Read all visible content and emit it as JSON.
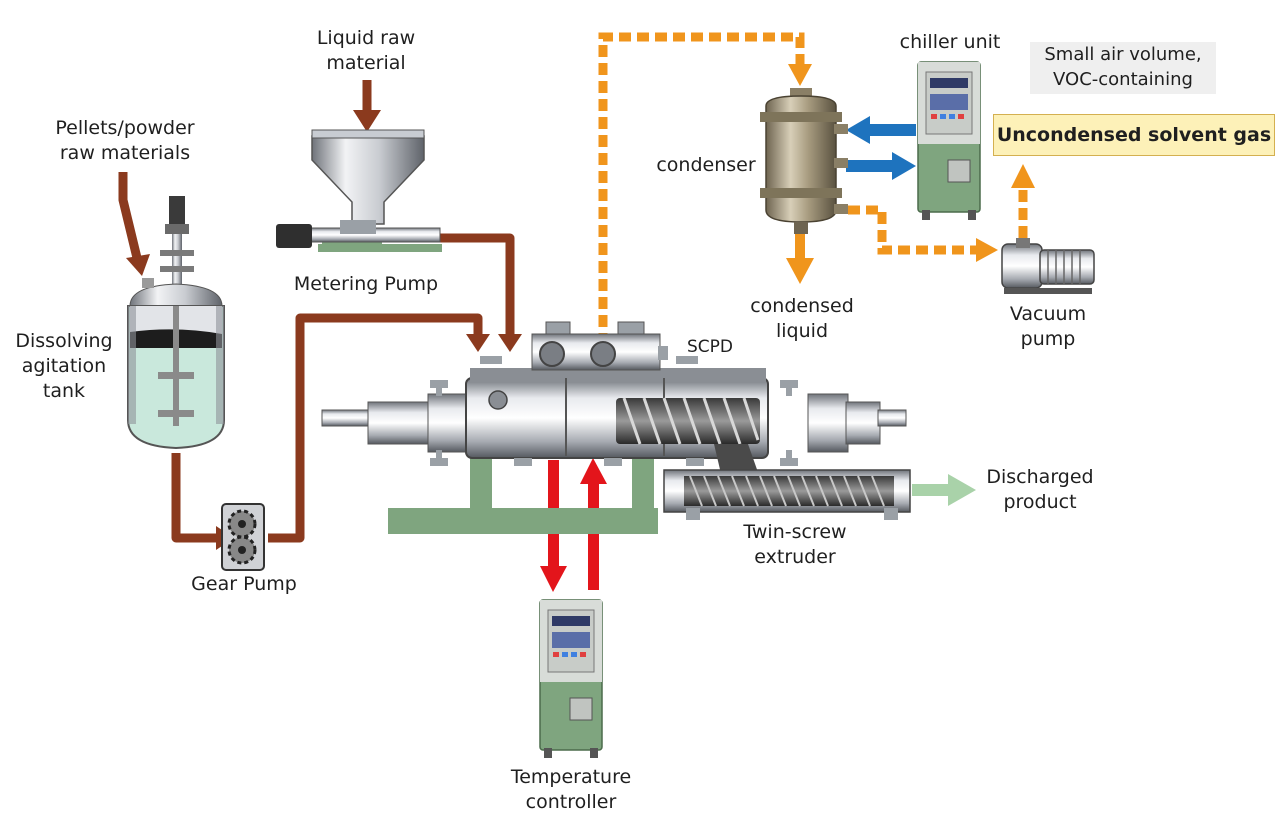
{
  "labels": {
    "pellets_powder": [
      "Pellets/powder",
      "raw materials"
    ],
    "liquid_raw": [
      "Liquid raw",
      "material"
    ],
    "metering_pump": "Metering Pump",
    "dissolving_tank": [
      "Dissolving",
      "agitation",
      "tank"
    ],
    "gear_pump": "Gear Pump",
    "scpd": "SCPD",
    "condenser": "condenser",
    "chiller_unit": "chiller unit",
    "condensed_liquid": [
      "condensed",
      "liquid"
    ],
    "vacuum_pump": [
      "Vacuum",
      "pump"
    ],
    "small_air_note": [
      "Small air volume,",
      "VOC-containing"
    ],
    "uncondensed_gas": "Uncondensed solvent gas",
    "discharged_product": [
      "Discharged",
      "product"
    ],
    "twin_screw_extruder": [
      "Twin-screw",
      "extruder"
    ],
    "temperature_controller": [
      "Temperature",
      "controller"
    ]
  },
  "colors": {
    "raw_material_line": "#8b3a1e",
    "solvent_vapor_line": "#f0951c",
    "coolant_line": "#1e73be",
    "heat_medium_line": "#e3151b",
    "product_line": "#a9d2a9",
    "equipment_frame": "#7fa57f",
    "steel": "#b8bcc2"
  }
}
